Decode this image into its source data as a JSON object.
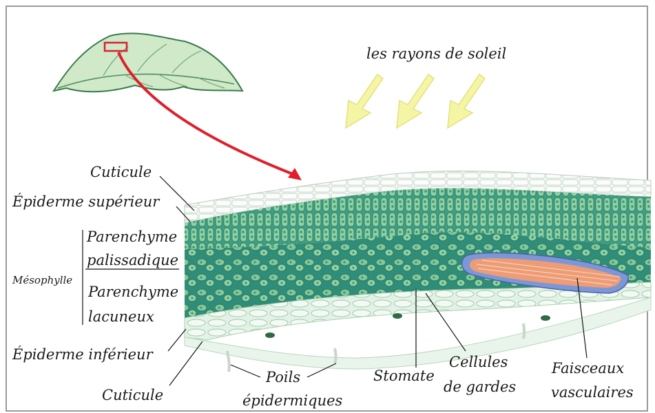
{
  "title": "les rayons de soleil",
  "labels": {
    "cuticule_top": "Cuticule",
    "epiderme_sup": "Épiderme supérieur",
    "parenchyme_pal_1": "Parenchyme",
    "parenchyme_pal_2": "palissadique",
    "mesophylle": "Mésophylle",
    "parenchyme_lac_1": "Parenchyme",
    "parenchyme_lac_2": "lacuneux",
    "epiderme_inf": "Épiderme inférieur",
    "cuticule_bottom": "Cuticule",
    "poils_1": "Poils",
    "poils_2": "épidermiques",
    "stomate": "Stomate",
    "cellules_1": "Cellules",
    "cellules_2": "de gardes",
    "faisceaux_1": "Faisceaux",
    "faisceaux_2": "vasculaires"
  },
  "colors": {
    "leaf": "#cfe9c9",
    "mesophyll": "#62b496",
    "mesophyll_dark": "#2f8f74",
    "epidermis": "#eef4ee",
    "arrow": "#e01f2c",
    "sun_arrow": "#f3f39a",
    "vascular": "#e8906a",
    "vascular_border": "#6d86c9"
  }
}
